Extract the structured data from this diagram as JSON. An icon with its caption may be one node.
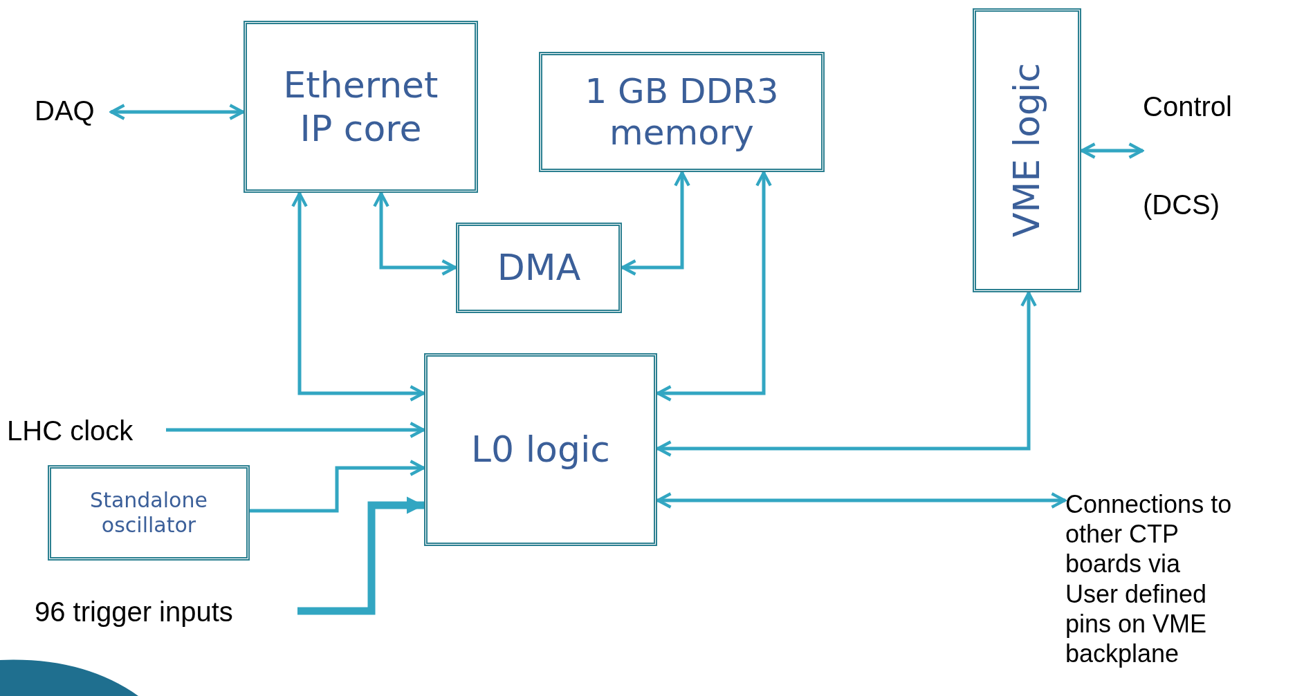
{
  "diagram": {
    "nodes": [
      {
        "text": [
          "DAQ"
        ]
      },
      {
        "text": [
          "Ethernet IP core"
        ]
      },
      {
        "text": [
          "1 GB DDR3 memory"
        ]
      },
      {
        "text": [
          "VME logic"
        ]
      },
      {
        "text": [
          "Control",
          "(DCS)"
        ]
      },
      {
        "text": [
          "DMA"
        ]
      },
      {
        "text": [
          "LHC clock"
        ]
      },
      {
        "text": [
          "L0 logic"
        ]
      },
      {
        "text": [
          "Standalone oscillator"
        ]
      },
      {
        "text": [
          "Connections to other CTP boards via User defined pins on VME backplane"
        ]
      },
      {
        "text": [
          "96 trigger inputs"
        ]
      }
    ],
    "edges": [
      {
        "from": 0,
        "to": 1,
        "arrow": "both"
      },
      {
        "from": 1,
        "to": 7,
        "arrow": "both"
      },
      {
        "from": 1,
        "to": 5,
        "arrow": "both"
      },
      {
        "from": 5,
        "to": 2,
        "arrow": "both"
      },
      {
        "from": 2,
        "to": 7,
        "arrow": "both"
      },
      {
        "from": 7,
        "to": 3,
        "arrow": "both"
      },
      {
        "from": 3,
        "to": 4,
        "arrow": "both"
      },
      {
        "from": 6,
        "to": 7,
        "arrow": "to"
      },
      {
        "from": 8,
        "to": 7,
        "arrow": "to"
      },
      {
        "from": 10,
        "to": 7,
        "arrow": "to",
        "style": "thick"
      },
      {
        "from": 7,
        "to": 9,
        "arrow": "both"
      }
    ]
  }
}
